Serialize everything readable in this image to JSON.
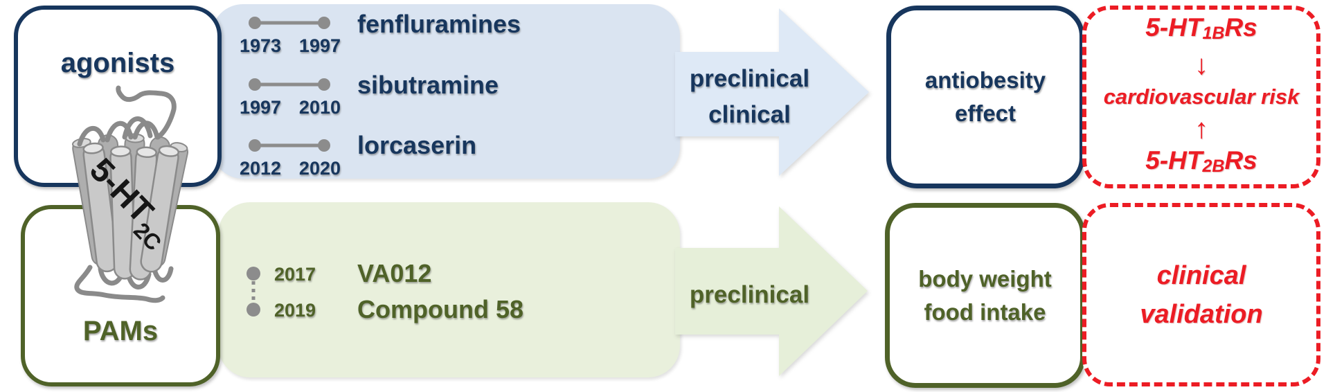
{
  "palette": {
    "navy": "#17365D",
    "navy_fill": "#DAE4F1",
    "navy_arrow_fill": "#DEE9F6",
    "green_dark": "#4F6228",
    "green_fill": "#E9F0DC",
    "green_arrow_fill": "#E6EFD9",
    "red": "#EC1C24",
    "gray": "#8C8C8C"
  },
  "left_panel": {
    "agonists_label": "agonists",
    "pams_label": "PAMs",
    "receptor_label": "5-HT",
    "receptor_label_sub": "2C"
  },
  "top_flow": {
    "timeline": [
      {
        "start": "1973",
        "end": "1997",
        "name": "fenfluramines"
      },
      {
        "start": "1997",
        "end": "2010",
        "name": "sibutramine"
      },
      {
        "start": "2012",
        "end": "2020",
        "name": "lorcaserin"
      }
    ],
    "arrow_label_line1": "preclinical",
    "arrow_label_line2": "clinical",
    "outcome_line1": "antiobesity",
    "outcome_line2": "effect",
    "risk_box": {
      "receptor_top": "5-HT",
      "receptor_top_sub": "1B",
      "receptor_top_suffix": "Rs",
      "down_arrow": "↓",
      "middle": "cardiovascular risk",
      "up_arrow": "↑",
      "receptor_bottom": "5-HT",
      "receptor_bottom_sub": "2B",
      "receptor_bottom_suffix": "Rs"
    }
  },
  "bottom_flow": {
    "timeline": {
      "start": "2017",
      "end": "2019",
      "names": [
        "VA012",
        "Compound 58"
      ]
    },
    "arrow_label": "preclinical",
    "outcome_line1": "body weight",
    "outcome_line2": "food intake",
    "validation_line1": "clinical",
    "validation_line2": "validation"
  }
}
